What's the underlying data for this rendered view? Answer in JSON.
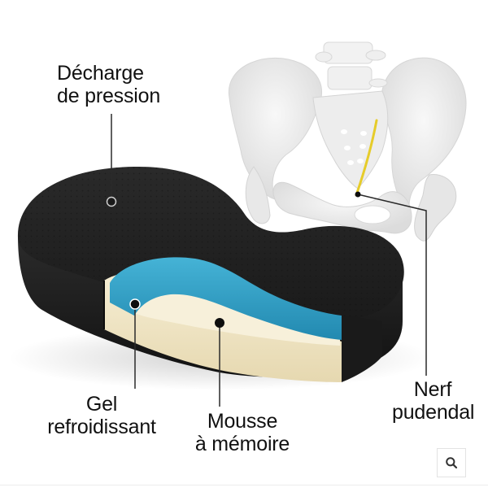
{
  "product_image": {
    "alt": "Coussin ergonomique en mousse à mémoire avec gel refroidissant et illustration du bassin",
    "colors": {
      "cover": "#1f1f1f",
      "gel": "#2f9ec3",
      "foam": "#efe4c4",
      "bone": "#ebebeb",
      "nerve": "#e8cf2e",
      "callout_line": "#222222"
    }
  },
  "callouts": {
    "pressure_relief": {
      "line1": "Décharge",
      "line2": "de pression"
    },
    "cooling_gel": {
      "line1": "Gel",
      "line2": "refroidissant"
    },
    "memory_foam": {
      "line1": "Mousse",
      "line2": "à mémoire"
    },
    "pudendal_nerve": {
      "line1": "Nerf",
      "line2": "pudendal"
    }
  },
  "controls": {
    "zoom_icon": "search-icon"
  }
}
